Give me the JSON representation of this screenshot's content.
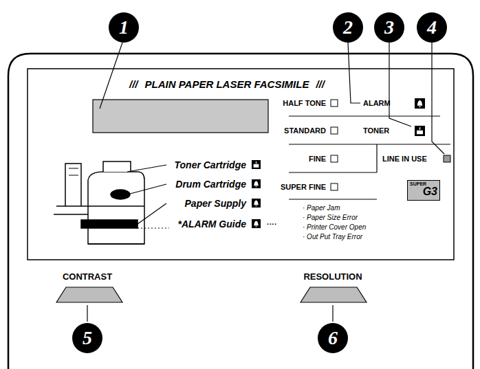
{
  "diagram": {
    "nodes": [
      {
        "text": [
          "1"
        ]
      },
      {
        "text": [
          "2"
        ]
      },
      {
        "text": [
          "3"
        ]
      },
      {
        "text": [
          "4"
        ]
      },
      {
        "text": [
          "5"
        ]
      },
      {
        "text": [
          "6"
        ]
      },
      {
        "text": [
          "SUPER",
          "G3"
        ]
      }
    ],
    "labels": [
      "///",
      "PLAIN PAPER LASER FACSIMILE",
      "///",
      "HALF TONE",
      "ALARM",
      "STANDARD",
      "TONER",
      "FINE",
      "LINE IN USE",
      "SUPER FINE",
      "Toner Cartridge",
      "Drum Cartridge",
      "Paper Supply",
      "*ALARM Guide",
      "····",
      "· Paper Jam",
      "· Paper Size Error",
      "· Printer Cover Open",
      "· Out Put Tray Error",
      "CONTRAST",
      "RESOLUTION"
    ]
  }
}
